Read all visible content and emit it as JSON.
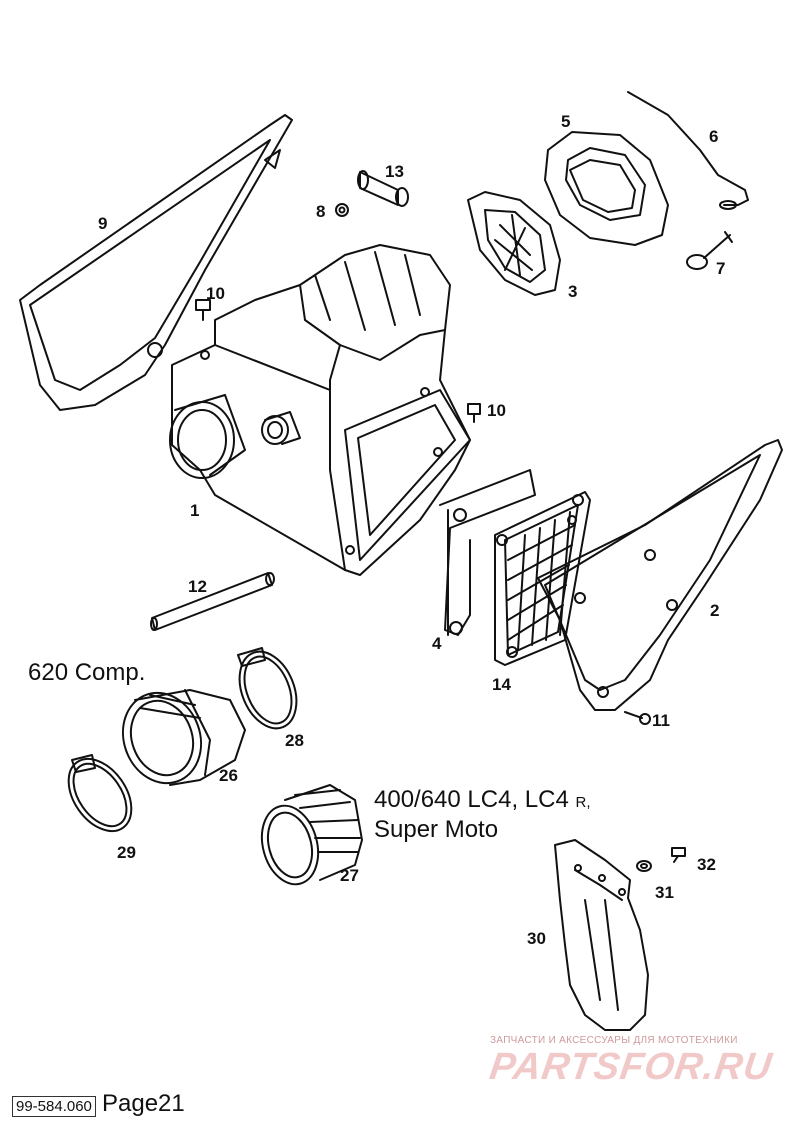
{
  "parts": {
    "p1": "1",
    "p2": "2",
    "p3": "3",
    "p4": "4",
    "p5": "5",
    "p6": "6",
    "p7": "7",
    "p8": "8",
    "p9": "9",
    "p10a": "10",
    "p10b": "10",
    "p11": "11",
    "p12": "12",
    "p13": "13",
    "p14": "14",
    "p26": "26",
    "p27": "27",
    "p28": "28",
    "p29": "29",
    "p30": "30",
    "p31": "31",
    "p32": "32"
  },
  "notes": {
    "comp": "620 Comp.",
    "lc4_line1": "400/640 LC4, LC4",
    "lc4_r": "R,",
    "lc4_line2": "Super Moto"
  },
  "watermark": {
    "caption": "ЗАПЧАСТИ И АКСЕССУАРЫ ДЛЯ МОТОТЕХНИКИ",
    "logo": "PARTSFOR.RU"
  },
  "footer": {
    "doc_number": "99-584.060",
    "page": "Page21"
  }
}
